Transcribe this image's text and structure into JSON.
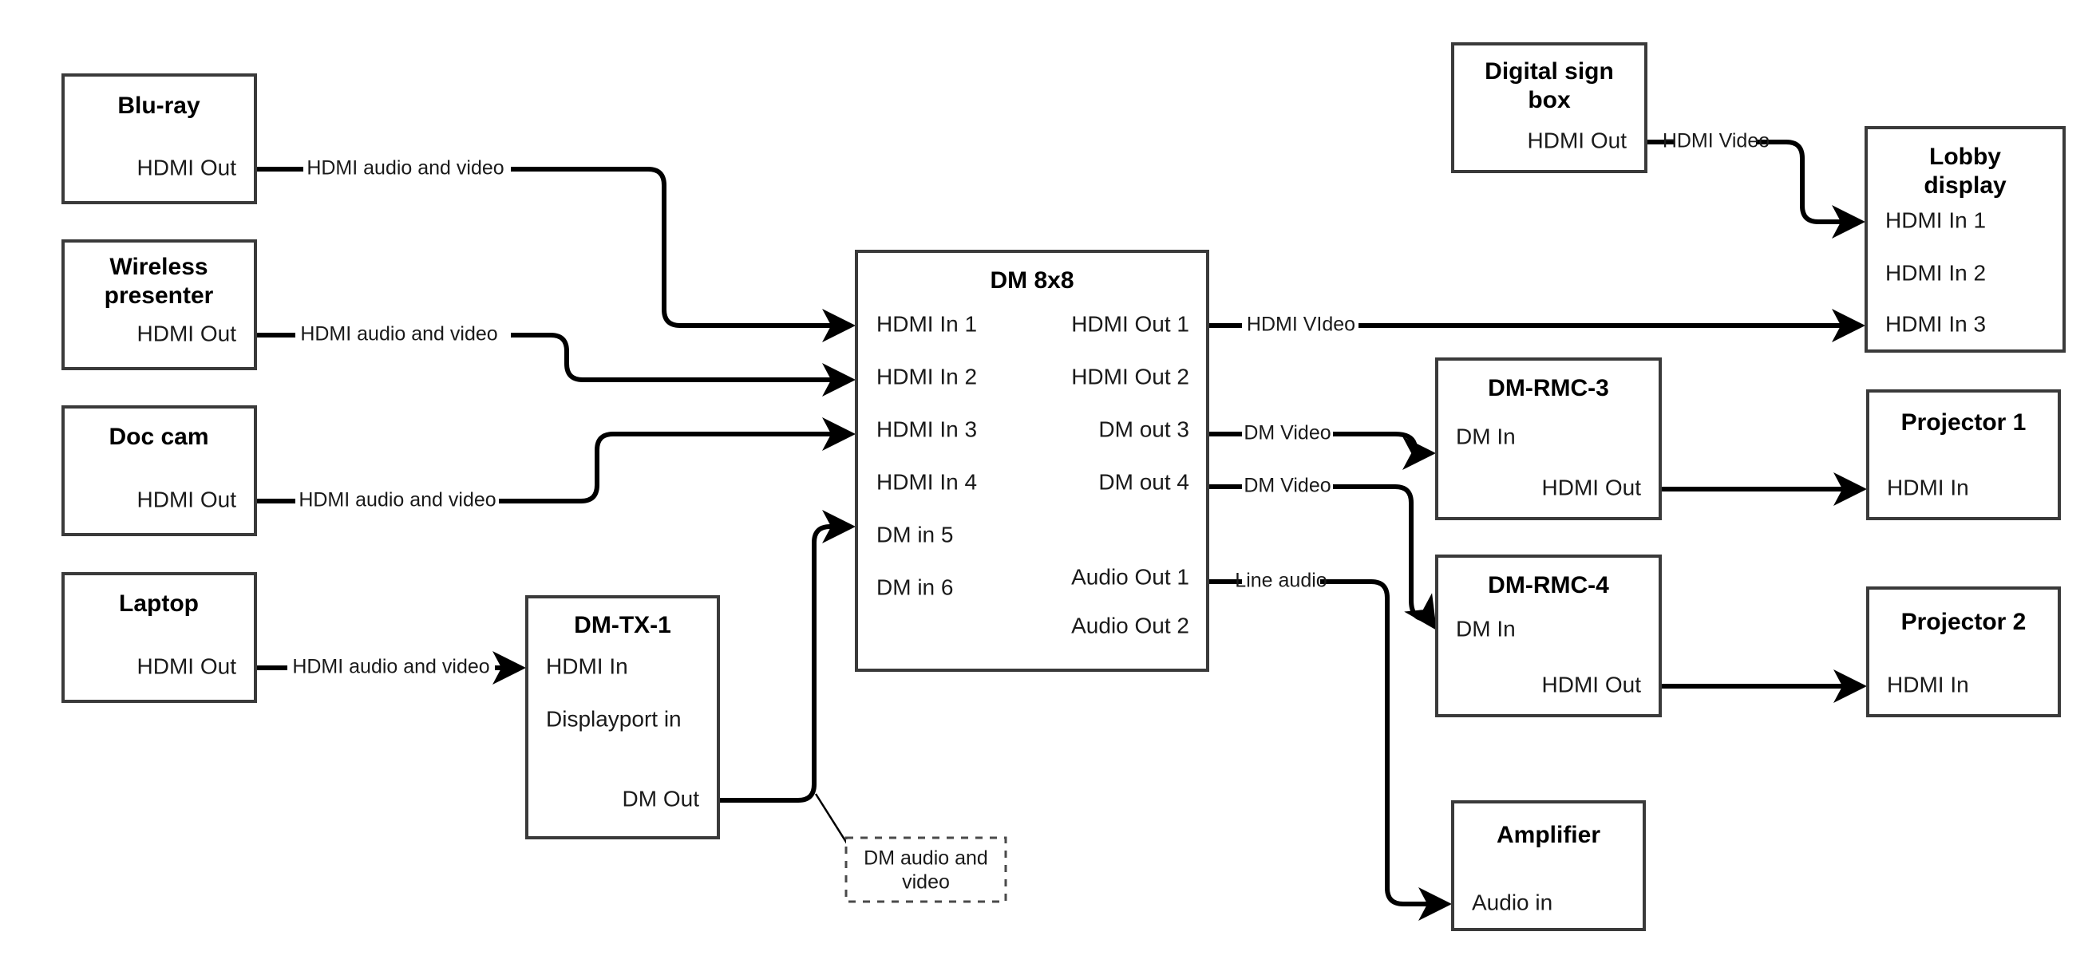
{
  "diagram": {
    "title": "AV signal routing diagram",
    "colors": {
      "box_stroke": "#3a3a3a",
      "edge_stroke": "#000000",
      "background": "#ffffff",
      "text": "#1a1a1a"
    },
    "nodes": [
      {
        "id": "blu-ray",
        "title": "Blu-ray",
        "ports_right": [
          "HDMI Out"
        ]
      },
      {
        "id": "wireless-presenter",
        "title": "Wireless presenter",
        "title_lines": [
          "Wireless",
          "presenter"
        ],
        "ports_right": [
          "HDMI Out"
        ]
      },
      {
        "id": "doc-cam",
        "title": "Doc cam",
        "ports_right": [
          "HDMI Out"
        ]
      },
      {
        "id": "laptop",
        "title": "Laptop",
        "ports_right": [
          "HDMI Out"
        ]
      },
      {
        "id": "dm-tx-1",
        "title": "DM-TX-1",
        "ports_left": [
          "HDMI In",
          "Displayport in"
        ],
        "ports_right": [
          "DM Out"
        ]
      },
      {
        "id": "dm-8x8",
        "title": "DM 8x8",
        "ports_left": [
          "HDMI In 1",
          "HDMI In 2",
          "HDMI In 3",
          "HDMI In 4",
          "DM in 5",
          "DM in 6"
        ],
        "ports_right": [
          "HDMI Out 1",
          "HDMI Out 2",
          "DM out 3",
          "DM out 4",
          "Audio Out 1",
          "Audio Out 2"
        ]
      },
      {
        "id": "digital-sign-box",
        "title": "Digital sign box",
        "title_lines": [
          "Digital sign",
          "box"
        ],
        "ports_right": [
          "HDMI Out"
        ]
      },
      {
        "id": "lobby-display",
        "title": "Lobby display",
        "title_lines": [
          "Lobby",
          "display"
        ],
        "ports_left": [
          "HDMI In 1",
          "HDMI In 2",
          "HDMI In 3"
        ]
      },
      {
        "id": "dm-rmc-3",
        "title": "DM-RMC-3",
        "ports_left": [
          "DM In"
        ],
        "ports_right": [
          "HDMI Out"
        ]
      },
      {
        "id": "dm-rmc-4",
        "title": "DM-RMC-4",
        "ports_left": [
          "DM In"
        ],
        "ports_right": [
          "HDMI Out"
        ]
      },
      {
        "id": "projector-1",
        "title": "Projector 1",
        "ports_left": [
          "HDMI In"
        ]
      },
      {
        "id": "projector-2",
        "title": "Projector 2",
        "ports_left": [
          "HDMI In"
        ]
      },
      {
        "id": "amplifier",
        "title": "Amplifier",
        "ports_left": [
          "Audio in"
        ]
      }
    ],
    "callouts": [
      {
        "id": "dm-audio-video-callout",
        "lines": [
          "DM audio and",
          "video"
        ]
      }
    ],
    "edges": [
      {
        "id": "bluray-to-dm-in1",
        "label": "HDMI audio and video",
        "from": "blu-ray HDMI Out",
        "to": "dm-8x8 HDMI In 1"
      },
      {
        "id": "wireless-to-dm-in2",
        "label": "HDMI audio and video",
        "from": "wireless-presenter HDMI Out",
        "to": "dm-8x8 HDMI In 2"
      },
      {
        "id": "doccam-to-dm-in3",
        "label": "HDMI audio and video",
        "from": "doc-cam HDMI Out",
        "to": "dm-8x8 HDMI In 3"
      },
      {
        "id": "laptop-to-dmtx",
        "label": "HDMI audio and video",
        "from": "laptop HDMI Out",
        "to": "dm-tx-1 HDMI In"
      },
      {
        "id": "dmtx-to-dm-in5",
        "label": "DM audio and video",
        "from": "dm-tx-1 DM Out",
        "to": "dm-8x8 DM in 5"
      },
      {
        "id": "dm-out1-to-lobby-in3",
        "label": "HDMI VIdeo",
        "from": "dm-8x8 HDMI Out 1",
        "to": "lobby-display HDMI In 3"
      },
      {
        "id": "dm-out3-to-rmc3",
        "label": "DM Video",
        "from": "dm-8x8 DM out 3",
        "to": "dm-rmc-3 DM In"
      },
      {
        "id": "dm-out4-to-rmc4",
        "label": "DM Video",
        "from": "dm-8x8 DM out 4",
        "to": "dm-rmc-4 DM In"
      },
      {
        "id": "audio-out1-to-amplifier",
        "label": "Line audio",
        "from": "dm-8x8 Audio Out 1",
        "to": "amplifier Audio in"
      },
      {
        "id": "signbox-to-lobby-in1",
        "label": "HDMI Video",
        "from": "digital-sign-box HDMI Out",
        "to": "lobby-display HDMI In 1"
      },
      {
        "id": "rmc3-to-projector1",
        "label": "",
        "from": "dm-rmc-3 HDMI Out",
        "to": "projector-1 HDMI In"
      },
      {
        "id": "rmc4-to-projector2",
        "label": "",
        "from": "dm-rmc-4 HDMI Out",
        "to": "projector-2 HDMI In"
      }
    ]
  }
}
